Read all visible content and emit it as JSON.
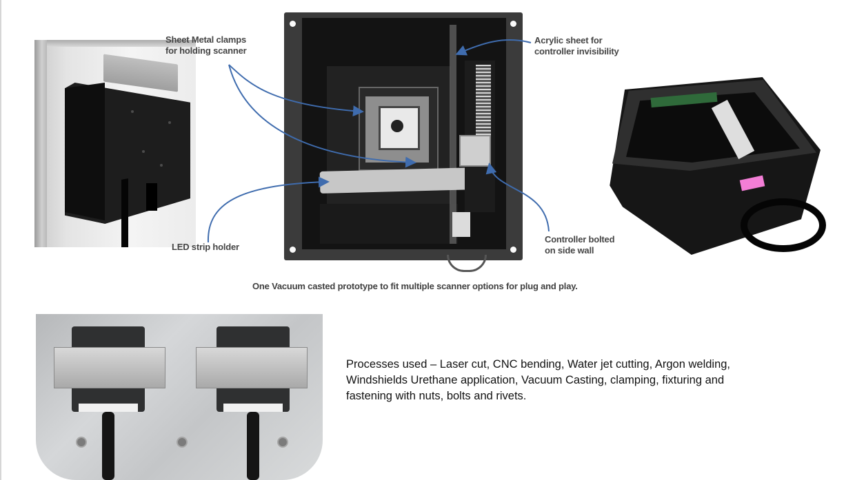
{
  "callouts": {
    "clamps": [
      "Sheet Metal clamps",
      "for holding scanner"
    ],
    "acrylic": [
      "Acrylic sheet for",
      "controller invisibility"
    ],
    "led": [
      "LED strip holder"
    ],
    "controller": [
      "Controller bolted",
      "on side wall"
    ]
  },
  "caption": "One Vacuum casted prototype to fit multiple scanner options for plug and play.",
  "processes": [
    "Processes used – Laser cut, CNC bending, Water jet cutting, Argon welding,",
    "Windshields Urethane application, Vacuum Casting, clamping, fixturing and",
    "fastening with nuts, bolts and rivets."
  ],
  "colors": {
    "arrow": "#3f6cae",
    "annotation_text": "#454545",
    "body_text": "#111111"
  }
}
